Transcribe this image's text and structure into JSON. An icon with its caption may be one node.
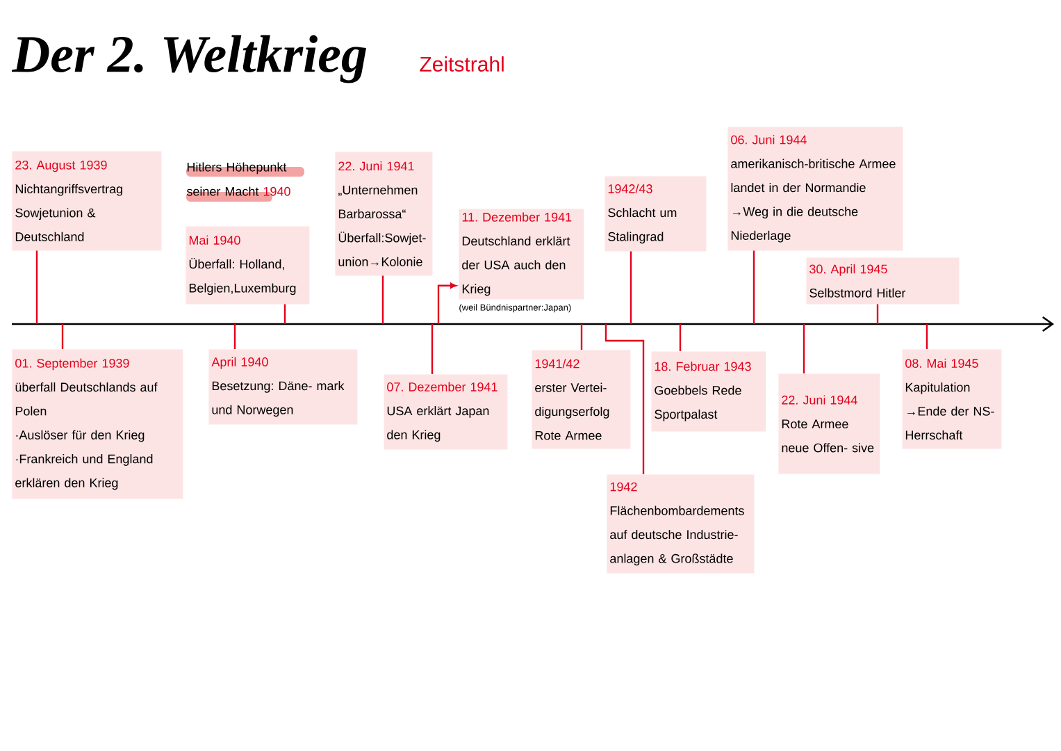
{
  "diagram": {
    "title": "Der 2. Weltkrieg",
    "nodes": [
      {
        "text": [
          "23. August 1939",
          "Nichtangriffsvertrag Sowjetunion & Deutschland"
        ]
      },
      {
        "text": [
          "Mai 1940",
          "Überfall: Holland, Belgien,Luxemburg"
        ]
      },
      {
        "text": [
          "22. Juni 1941",
          "„Unternehmen Barbarossa“ Überfall:Sowjet- union→Kolonie"
        ]
      },
      {
        "text": [
          "11. Dezember 1941",
          "Deutschland erklärt der USA auch den Krieg"
        ],
        "beside": [
          "(weil Bündnispartner:Japan)"
        ]
      },
      {
        "text": [
          "1942/43",
          "Schlacht um Stalingrad"
        ]
      },
      {
        "text": [
          "06. Juni 1944",
          "amerikanisch-britische Armee landet in der Normandie →Weg in die deutsche Niederlage"
        ]
      },
      {
        "text": [
          "30. April 1945",
          "Selbstmord Hitler"
        ]
      },
      {
        "text": [
          "01. September 1939",
          "überfall Deutschlands auf Polen",
          "·Auslöser für den Krieg",
          "·Frankreich und England erklären den Krieg"
        ]
      },
      {
        "text": [
          "April 1940",
          "Besetzung: Däne- mark und Norwegen"
        ]
      },
      {
        "text": [
          "07. Dezember 1941",
          "USA erklärt Japan den Krieg"
        ]
      },
      {
        "text": [
          "1941/42",
          "erster Vertei- digungserfolg Rote Armee"
        ]
      },
      {
        "text": [
          "18. Februar 1943",
          "Goebbels Rede Sportpalast"
        ]
      },
      {
        "text": [
          "22. Juni 1944",
          "Rote Armee neue Offen- sive"
        ]
      },
      {
        "text": [
          "08. Mai 1945",
          "Kapitulation →Ende der NS-Herrschaft"
        ]
      },
      {
        "text": [
          "1942",
          "Flächenbombardements auf deutsche Industrie- anlagen & Großstädte"
        ]
      }
    ],
    "edges": [
      {
        "from": null,
        "to": 3,
        "arrow": "to"
      }
    ],
    "labels": [
      "Zeitstrahl",
      "Hitlers Höhepunkt seiner Macht",
      "1940"
    ]
  }
}
